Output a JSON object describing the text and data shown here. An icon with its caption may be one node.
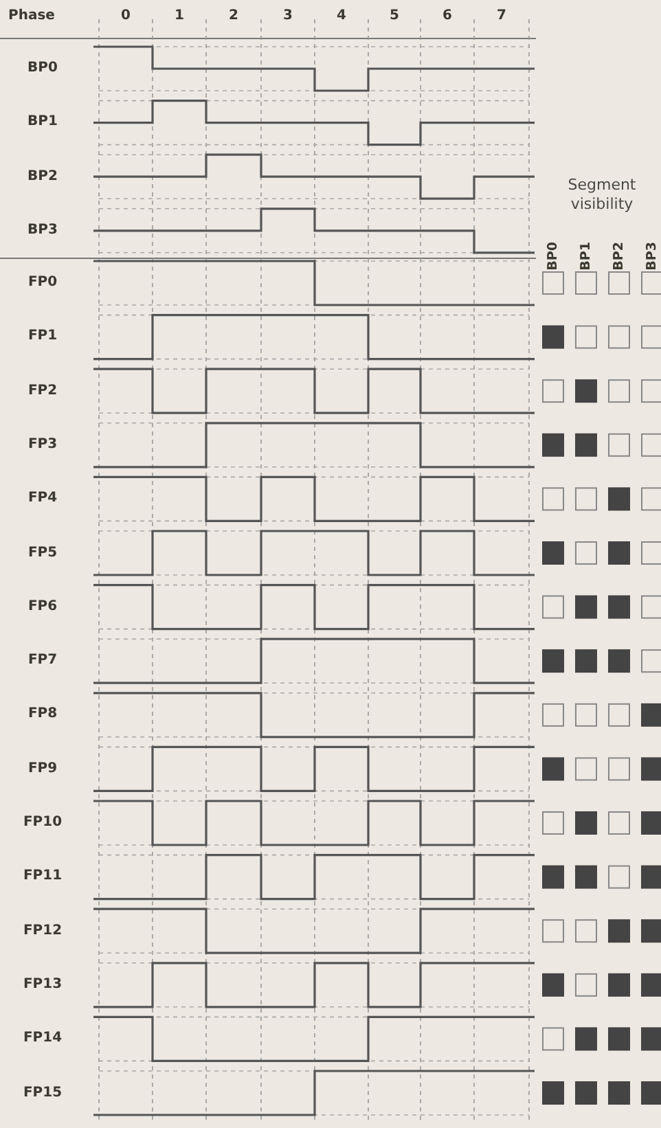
{
  "diagram": {
    "labels": [
      "Phase",
      "0",
      "1",
      "2",
      "3",
      "4",
      "5",
      "6",
      "7",
      "BP0",
      "BP1",
      "BP2",
      "BP3",
      "Segment visibility",
      "BP0",
      "BP1",
      "BP2",
      "BP3",
      "FP0",
      "FP1",
      "FP2",
      "FP3",
      "FP4",
      "FP5",
      "FP6",
      "FP7",
      "FP8",
      "FP9",
      "FP10",
      "FP11",
      "FP12",
      "FP13",
      "FP14",
      "FP15"
    ]
  }
}
